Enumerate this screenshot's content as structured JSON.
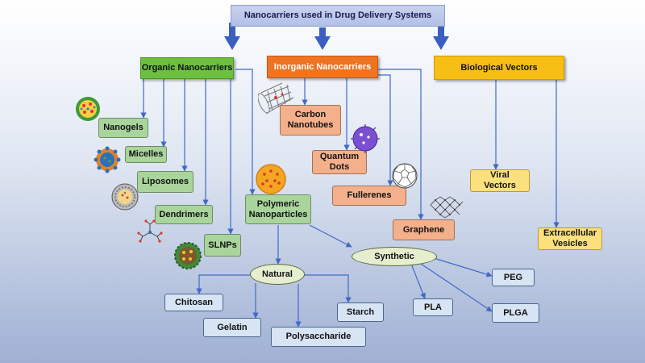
{
  "title": "Nanocarriers used in Drug Delivery Systems",
  "categories": {
    "organic": "Organic Nanocarriers",
    "inorganic": "Inorganic Nanocarriers",
    "biological": "Biological Vectors"
  },
  "organic_items": [
    "Nanogels",
    "Micelles",
    "Liposomes",
    "Dendrimers",
    "SLNPs",
    "Polymeric\nNanoparticles"
  ],
  "inorganic_items": [
    "Carbon\nNanotubes",
    "Quantum\nDots",
    "Fullerenes",
    "Graphene"
  ],
  "biological_items": [
    "Viral\nVectors",
    "Extracellular\nVesicles"
  ],
  "polymer_types": [
    "Natural",
    "Synthetic"
  ],
  "natural_items": [
    "Chitosan",
    "Gelatin",
    "Polysaccharide",
    "Starch"
  ],
  "synthetic_items": [
    "PEG",
    "PLA",
    "PLGA"
  ],
  "colors": {
    "organic": "#6cbf3f",
    "inorganic": "#ef7422",
    "biological": "#f7bf15",
    "arrow": "#4169c8",
    "big_arrow": "#3a5fc0"
  },
  "icons": [
    "nanogel-icon",
    "micelle-icon",
    "liposome-icon",
    "dendrimer-icon",
    "slnp-icon",
    "polymeric-nanoparticle-icon",
    "carbon-nanotube-icon",
    "quantum-dot-icon",
    "fullerene-icon",
    "graphene-icon"
  ]
}
